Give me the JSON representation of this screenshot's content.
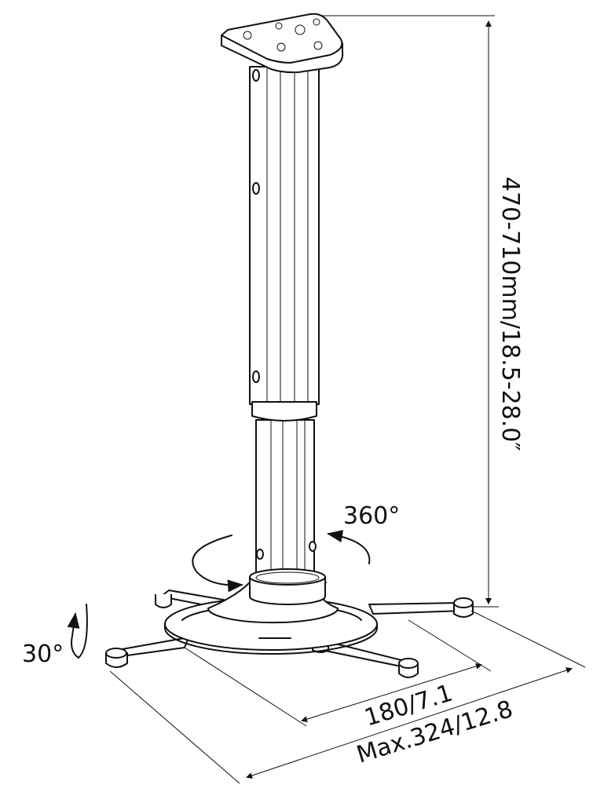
{
  "diagram": {
    "height_label": "470-710mm/18.5-28.0″",
    "rotation_label": "360°",
    "tilt_label": "30°",
    "arm_span_label": "180/7.1",
    "max_span_label": "Max.324/12.8"
  },
  "colors": {
    "stroke": "#111111",
    "background": "#ffffff"
  }
}
